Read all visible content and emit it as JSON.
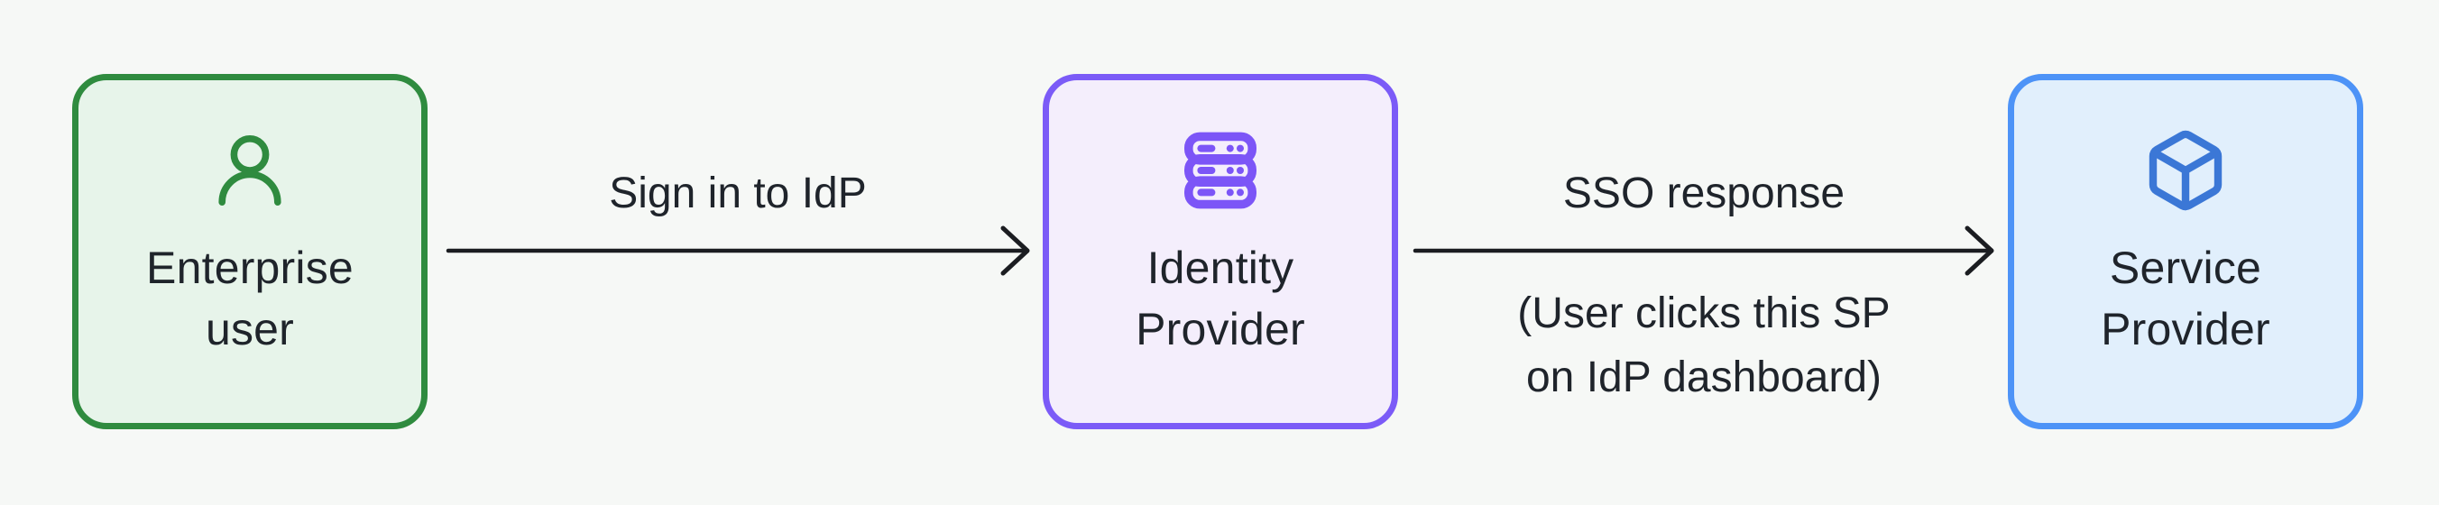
{
  "diagram": {
    "title": "SSO flow: enterprise user signs in to IdP, IdP sends SSO response to SP",
    "colors": {
      "background": "#F6F8F6",
      "arrow": "#1B1D21",
      "text": "#1F242B",
      "green_border": "#2F8B3F",
      "green_fill": "#E7F4EA",
      "purple_border": "#7B5BF7",
      "purple_fill": "#F4EEFC",
      "blue_border": "#4D93F7",
      "blue_fill": "#E1EFFC",
      "blue_icon": "#3B77D6"
    },
    "nodes": [
      {
        "id": "enterprise-user",
        "icon": "user-icon",
        "label_line1": "Enterprise",
        "label_line2": "user"
      },
      {
        "id": "identity-provider",
        "icon": "server-stack-icon",
        "label_line1": "Identity",
        "label_line2": "Provider"
      },
      {
        "id": "service-provider",
        "icon": "cube-icon",
        "label_line1": "Service",
        "label_line2": "Provider"
      }
    ],
    "edges": [
      {
        "from": "enterprise-user",
        "to": "identity-provider",
        "label": "Sign in to IdP"
      },
      {
        "from": "identity-provider",
        "to": "service-provider",
        "label": "SSO response",
        "sublabel_line1": "(User clicks this SP",
        "sublabel_line2": "on IdP dashboard)"
      }
    ]
  }
}
